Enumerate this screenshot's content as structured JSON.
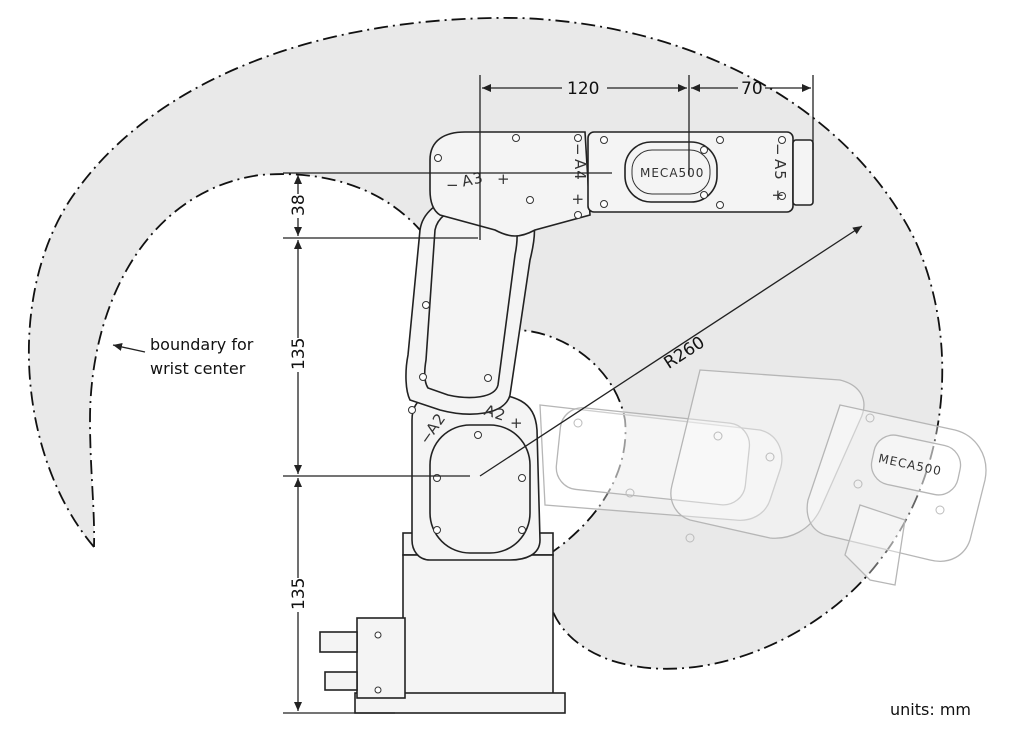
{
  "dimensions": {
    "d120": "120",
    "d70": "70",
    "d38": "38",
    "d135_upper": "135",
    "d135_lower": "135",
    "radius": "R260"
  },
  "labels": {
    "boundary_line1": "boundary for",
    "boundary_line2": "wrist center",
    "units": "units: mm"
  },
  "axes": {
    "a2": "A2",
    "a3": "A3",
    "a4": "A4",
    "a5": "A5",
    "minus": "−",
    "plus": "+"
  },
  "brand": {
    "logo_text": "MECA500"
  },
  "colors": {
    "envelope_fill": "#e9e9e9",
    "line": "#222222",
    "ghost_line": "#b6b6b6"
  }
}
